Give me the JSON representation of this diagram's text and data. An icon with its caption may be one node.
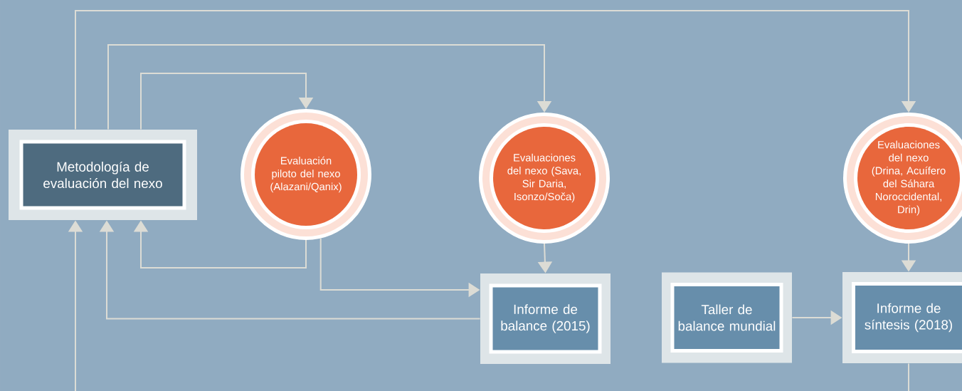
{
  "diagram": {
    "nodes": [
      {
        "text": [
          "Metodología de evaluación del nexo"
        ]
      },
      {
        "text": [
          "Evaluación piloto del nexo (Alazani/Qanix)"
        ]
      },
      {
        "text": [
          "Evaluaciones del nexo (Sava, Sir Daria, Isonzo/Soča)"
        ]
      },
      {
        "text": [
          "Evaluaciones del nexo (Drina, Acuífero del Sáhara Noroccidental, Drin)"
        ]
      },
      {
        "text": [
          "Informe de balance (2015)"
        ]
      },
      {
        "text": [
          "Taller de balance mundial"
        ]
      },
      {
        "text": [
          "Informe de síntesis (2018)"
        ]
      }
    ],
    "edges": [
      {
        "from": 0,
        "to": 1,
        "arrow": "to"
      },
      {
        "from": 0,
        "to": 2,
        "arrow": "to"
      },
      {
        "from": 0,
        "to": 3,
        "arrow": "to"
      },
      {
        "from": 1,
        "to": 0,
        "arrow": "to"
      },
      {
        "from": 1,
        "to": 4,
        "arrow": "to"
      },
      {
        "from": 4,
        "to": 0,
        "arrow": "to"
      },
      {
        "from": 2,
        "to": 4,
        "arrow": "to"
      },
      {
        "from": 3,
        "to": 6,
        "arrow": "to"
      },
      {
        "from": 5,
        "to": 6,
        "arrow": "to"
      },
      {
        "from": null,
        "to": 0,
        "arrow": "to"
      },
      {
        "from": 6,
        "to": null,
        "arrow": "none"
      }
    ]
  }
}
